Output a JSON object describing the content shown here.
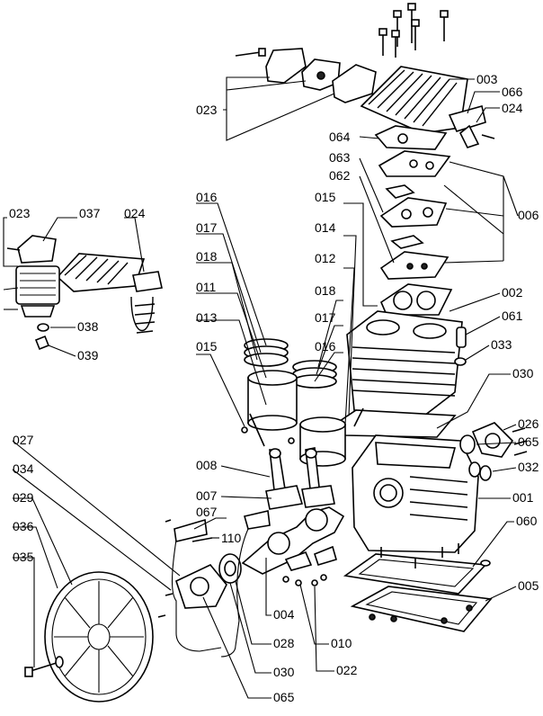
{
  "labels": {
    "l023a": "023",
    "l003": "003",
    "l066": "066",
    "l024a": "024",
    "l064": "064",
    "l063": "063",
    "l062": "062",
    "l006": "006",
    "l016a": "016",
    "l015a": "015",
    "l017a": "017",
    "l014": "014",
    "l018a": "018",
    "l012": "012",
    "l011": "011",
    "l018b": "018",
    "l013": "013",
    "l017b": "017",
    "l015b": "015",
    "l016b": "016",
    "l002": "002",
    "l061": "061",
    "l033": "033",
    "l023b": "023",
    "l037": "037",
    "l024b": "024",
    "l038": "038",
    "l039": "039",
    "l027": "027",
    "l034": "034",
    "l029": "029",
    "l036": "036",
    "l035": "035",
    "l008": "008",
    "l007": "007",
    "l067": "067",
    "l110": "110",
    "l030a": "030",
    "l026": "026",
    "l065a": "065",
    "l032": "032",
    "l001": "001",
    "l060": "060",
    "l005": "005",
    "l004": "004",
    "l028": "028",
    "l010": "010",
    "l022": "022",
    "l030b": "030",
    "l065b": "065"
  }
}
